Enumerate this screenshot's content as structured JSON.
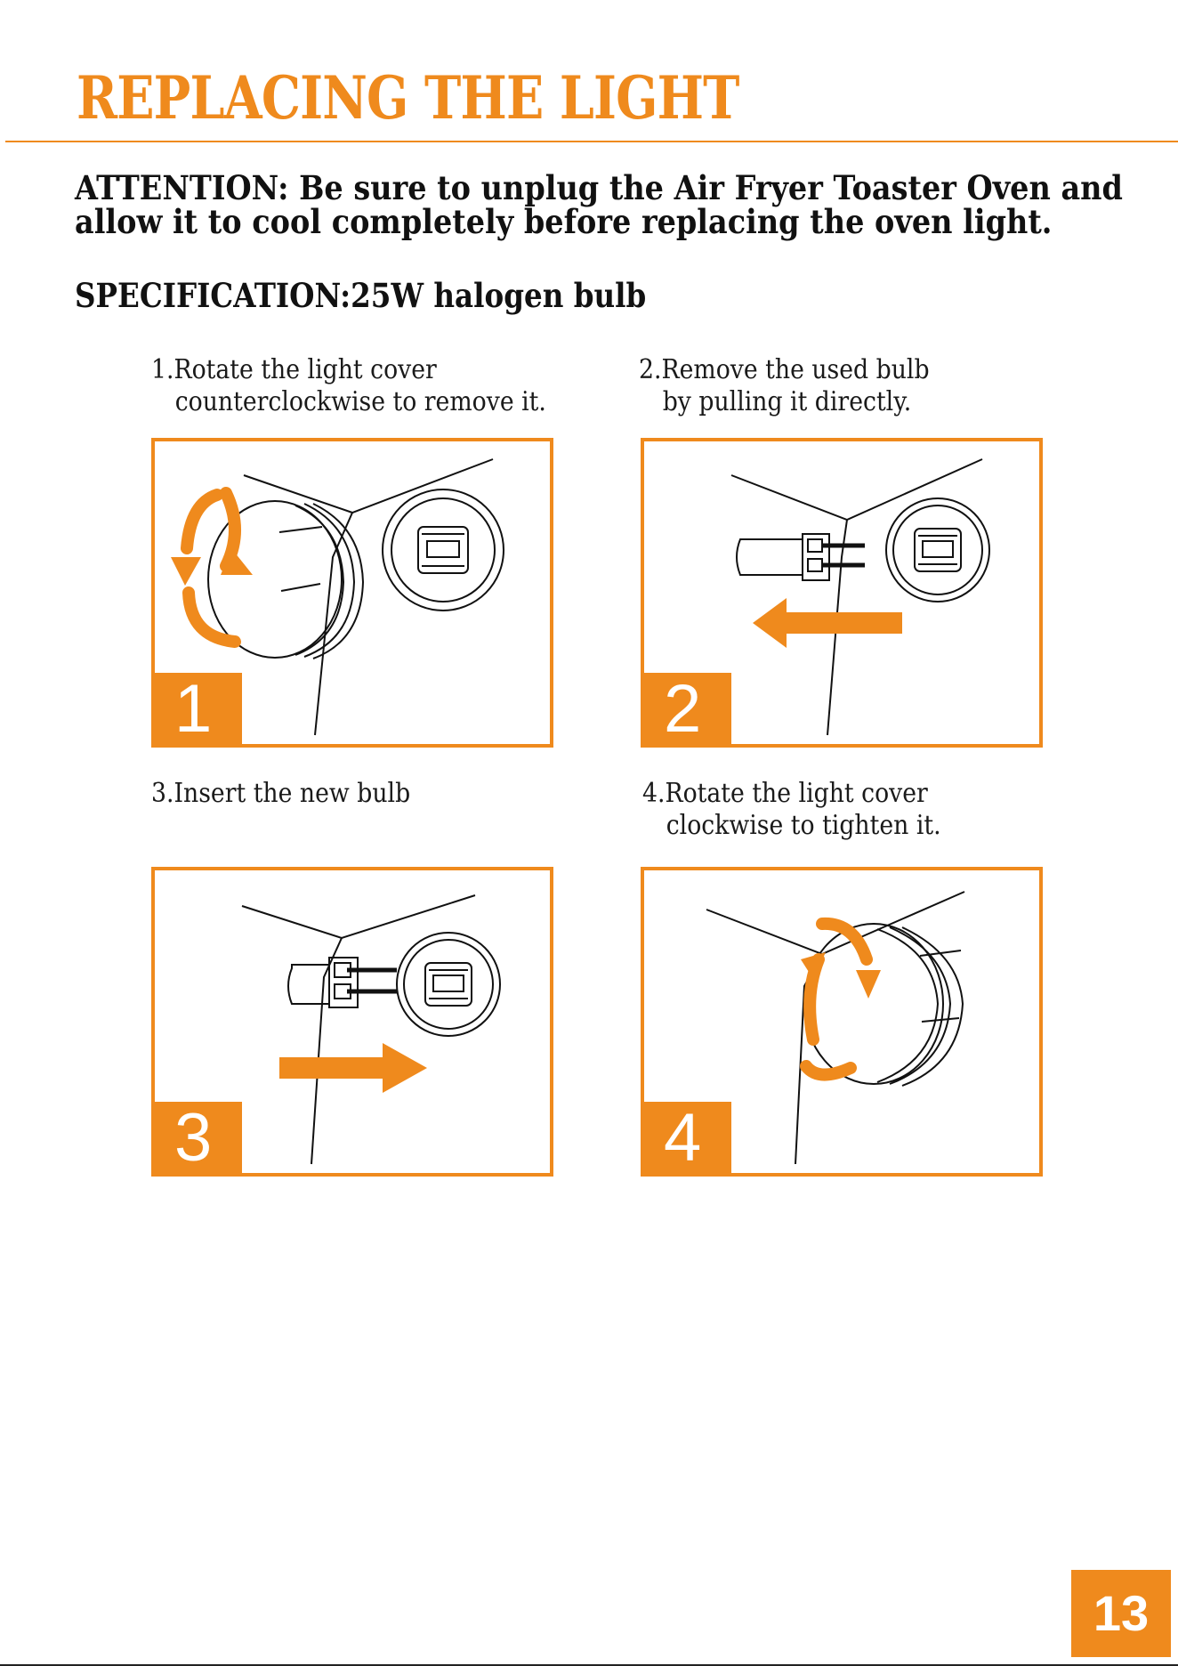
{
  "colors": {
    "accent": "#ef8a1d",
    "text": "#111111"
  },
  "page": {
    "title": "REPLACING THE LIGHT",
    "attention": [
      "ATTENTION: Be sure to unplug the Air Fryer Toaster Oven and",
      "allow it to cool completely before replacing the oven light."
    ],
    "specification": "SPECIFICATION:25W halogen bulb",
    "page_number": "13"
  },
  "steps": [
    {
      "number": "1",
      "caption": [
        "1.Rotate the light cover",
        "counterclockwise to remove it."
      ],
      "icon": "rotate-cover-counterclockwise-icon"
    },
    {
      "number": "2",
      "caption": [
        "2.Remove the used bulb",
        "by pulling it directly."
      ],
      "icon": "pull-bulb-out-icon"
    },
    {
      "number": "3",
      "caption": [
        "3.Insert the new bulb"
      ],
      "icon": "insert-bulb-icon"
    },
    {
      "number": "4",
      "caption": [
        "4.Rotate the light cover",
        "clockwise to tighten it."
      ],
      "icon": "rotate-cover-clockwise-icon"
    }
  ]
}
